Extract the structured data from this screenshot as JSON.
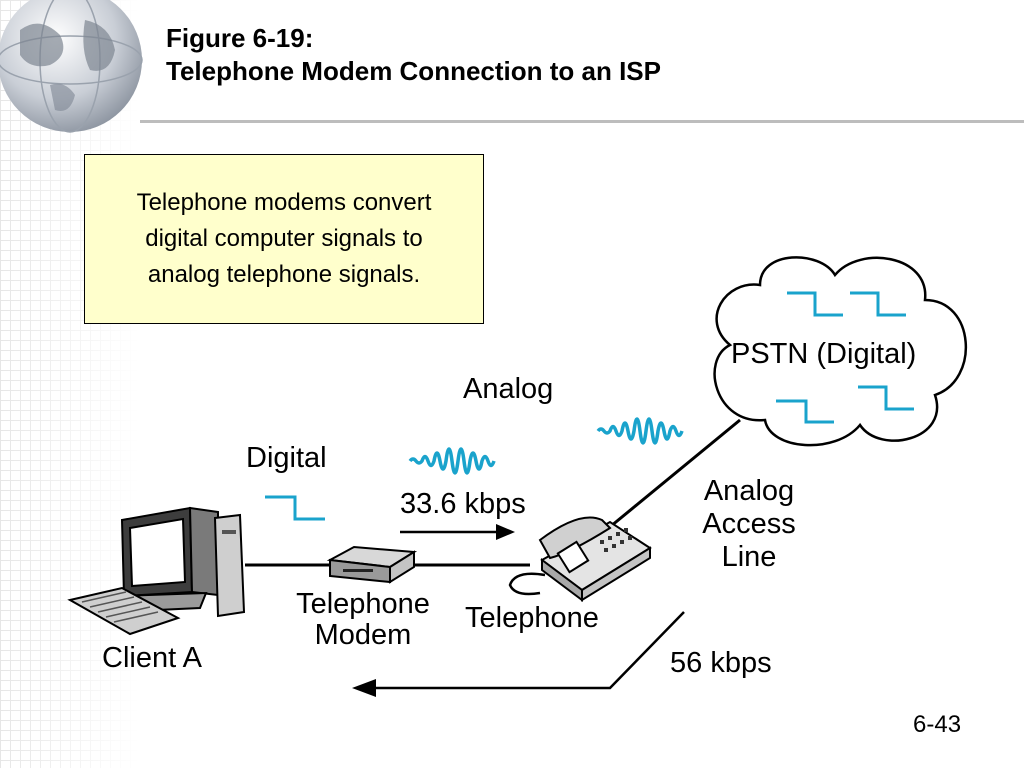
{
  "title": {
    "line1": "Figure 6-19:",
    "line2": "Telephone Modem Connection to an ISP"
  },
  "note": "Telephone modems convert digital computer signals to analog telephone signals.",
  "labels": {
    "pstn": "PSTN (Digital)",
    "analog": "Analog",
    "digital": "Digital",
    "upstream_speed": "33.6 kbps",
    "access_line": [
      "Analog",
      "Access",
      "Line"
    ],
    "modem": [
      "Telephone",
      "Modem"
    ],
    "telephone": "Telephone",
    "client": "Client A",
    "downstream_speed": "56 kbps"
  },
  "page_number": "6-43",
  "colors": {
    "signal": "#1aa3cc",
    "note_background": "#ffffcc"
  }
}
